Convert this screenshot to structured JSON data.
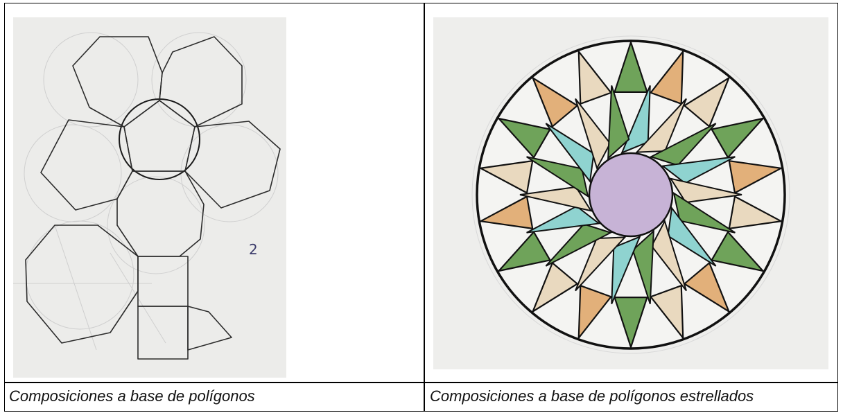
{
  "captions": {
    "left": "Composiciones a base de polígonos",
    "right": "Composiciones a base de polígonos estrellados"
  },
  "sketch_annotation": "2",
  "colors": {
    "paper_left": "#ececea",
    "paper_right": "#eeeeec",
    "green": "#6fa35a",
    "orange": "#e2b07a",
    "cyan": "#8fd3d0",
    "beige": "#e9d9bf",
    "purple": "#c7b3d6"
  }
}
